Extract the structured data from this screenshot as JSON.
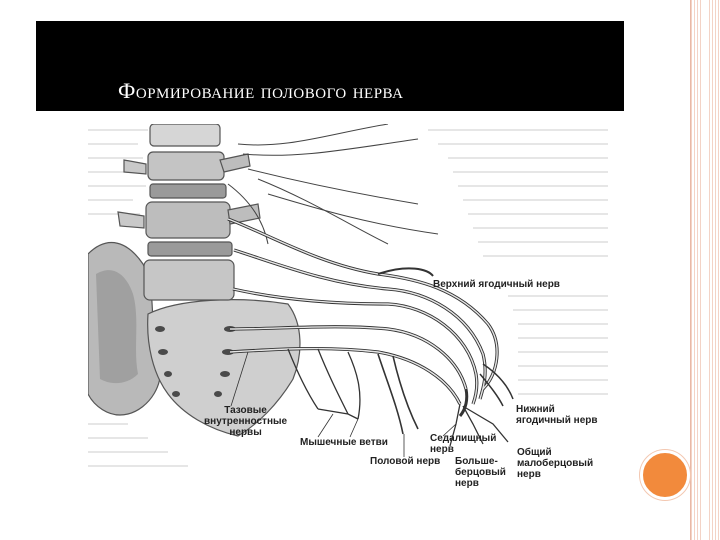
{
  "slide": {
    "title": "Формирование полового нерва"
  },
  "figure": {
    "labels": {
      "superior_gluteal": "Верхний ягодичный нерв",
      "inferior_gluteal_1": "Нижний",
      "inferior_gluteal_2": "ягодичный нерв",
      "pelvic_1": "Тазовые",
      "pelvic_2": "внутренностные",
      "pelvic_3": "нервы",
      "muscular": "Мышечные ветви",
      "sciatic_1": "Седалищный",
      "sciatic_2": "нерв",
      "pudendal": "Половой нерв",
      "tibial_1": "Больше-",
      "tibial_2": "берцовый",
      "tibial_3": "нерв",
      "peroneal_1": "Общий",
      "peroneal_2": "малоберцовый",
      "peroneal_3": "нерв"
    }
  },
  "colors": {
    "title_band": "#000000",
    "title_text": "#ffffff",
    "accent_circle": "#f28a3c",
    "border_stripe": "#f3d3c6"
  }
}
